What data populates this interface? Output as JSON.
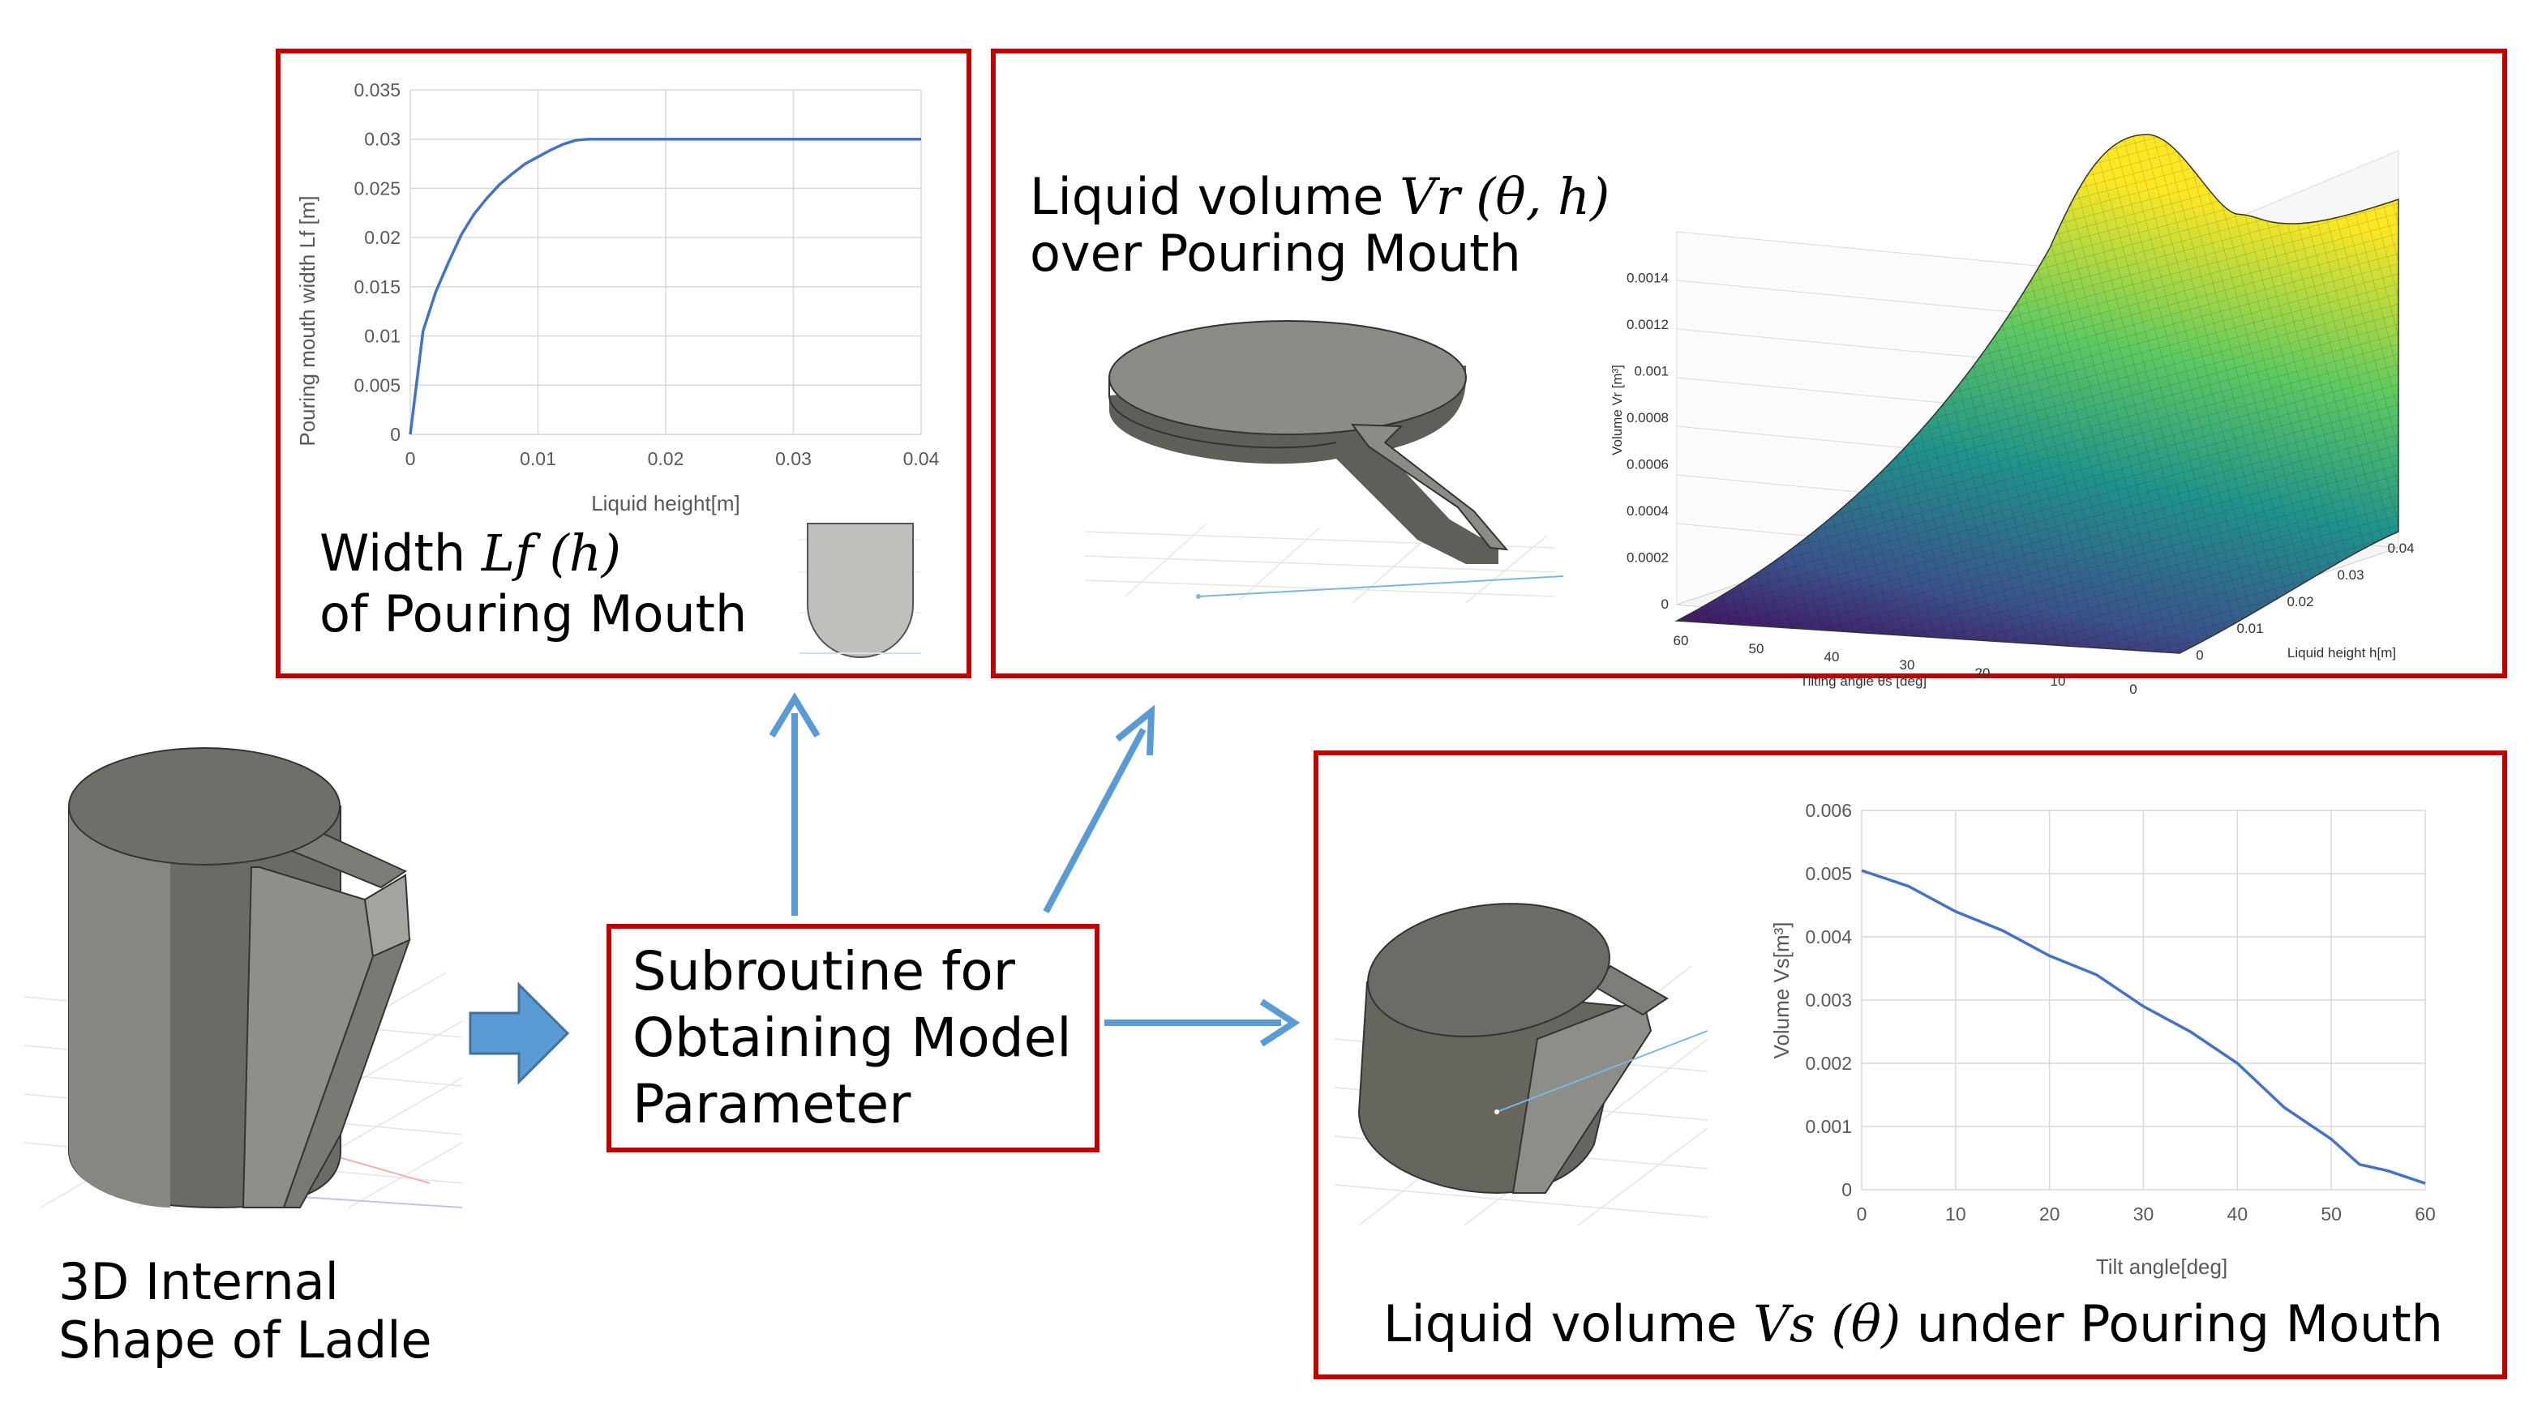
{
  "panels": {
    "width_panel": {
      "caption_prefix": "Width",
      "caption_math": "Lf (h)",
      "caption_line2": "of Pouring Mouth"
    },
    "vr_panel": {
      "caption_prefix": "Liquid volume",
      "caption_math": "Vr (θ, h)",
      "caption_line2": "over Pouring Mouth"
    },
    "vs_panel": {
      "caption_prefix": "Liquid volume",
      "caption_math": "Vs (θ)",
      "caption_suffix": "under Pouring Mouth"
    }
  },
  "subroutine": {
    "line1": "Subroutine for",
    "line2": "Obtaining Model",
    "line3": "Parameter"
  },
  "ladle": {
    "line1": "3D Internal",
    "line2": "Shape of Ladle"
  },
  "colors": {
    "frame": "#c00000",
    "arrow": "#5b9bd5",
    "line": "#4472c4",
    "solid": "#8c8c86"
  },
  "chart_data": [
    {
      "type": "line",
      "x": [
        0,
        0.001,
        0.002,
        0.003,
        0.004,
        0.005,
        0.006,
        0.007,
        0.008,
        0.009,
        0.01,
        0.011,
        0.012,
        0.013,
        0.014,
        0.02,
        0.03,
        0.04
      ],
      "y": [
        0,
        0.0105,
        0.0145,
        0.0175,
        0.0203,
        0.0224,
        0.024,
        0.0254,
        0.0265,
        0.0275,
        0.0282,
        0.0289,
        0.0295,
        0.0299,
        0.03,
        0.03,
        0.03,
        0.03
      ],
      "xlabel": "Liquid height[m]",
      "ylabel": "Pouring mouth width Lf [m]",
      "xlim": [
        0,
        0.04
      ],
      "ylim": [
        0,
        0.035
      ],
      "xticks": [
        "0",
        "0.01",
        "0.02",
        "0.03",
        "0.04"
      ],
      "yticks": [
        "0",
        "0.005",
        "0.01",
        "0.015",
        "0.02",
        "0.025",
        "0.03",
        "0.035"
      ],
      "grid": true
    },
    {
      "type": "surface",
      "xlabel": "Tilting angle θs [deg]",
      "ylabel": "Liquid height h[m]",
      "zlabel": "Volume Vr [m³]",
      "xticks": [
        "60",
        "50",
        "40",
        "30",
        "20",
        "10",
        "0"
      ],
      "yticks": [
        "0",
        "0.01",
        "0.02",
        "0.03",
        "0.04"
      ],
      "zticks": [
        "0",
        "0.0002",
        "0.0004",
        "0.0006",
        "0.0008",
        "0.001",
        "0.0012",
        "0.0014"
      ],
      "peak_value": 0.00142,
      "colormap": "viridis"
    },
    {
      "type": "line",
      "x": [
        0,
        5,
        10,
        15,
        20,
        25,
        30,
        35,
        40,
        45,
        50,
        53,
        56,
        60
      ],
      "y": [
        0.00505,
        0.0048,
        0.0044,
        0.0041,
        0.0037,
        0.0034,
        0.0029,
        0.0025,
        0.002,
        0.0013,
        0.0008,
        0.0004,
        0.0003,
        0.0001
      ],
      "xlabel": "Tilt angle[deg]",
      "ylabel": "Volume Vs[m³]",
      "xlim": [
        0,
        60
      ],
      "ylim": [
        0,
        0.006
      ],
      "xticks": [
        "0",
        "10",
        "20",
        "30",
        "40",
        "50",
        "60"
      ],
      "yticks": [
        "0",
        "0.001",
        "0.002",
        "0.003",
        "0.004",
        "0.005",
        "0.006"
      ],
      "grid": true
    }
  ]
}
